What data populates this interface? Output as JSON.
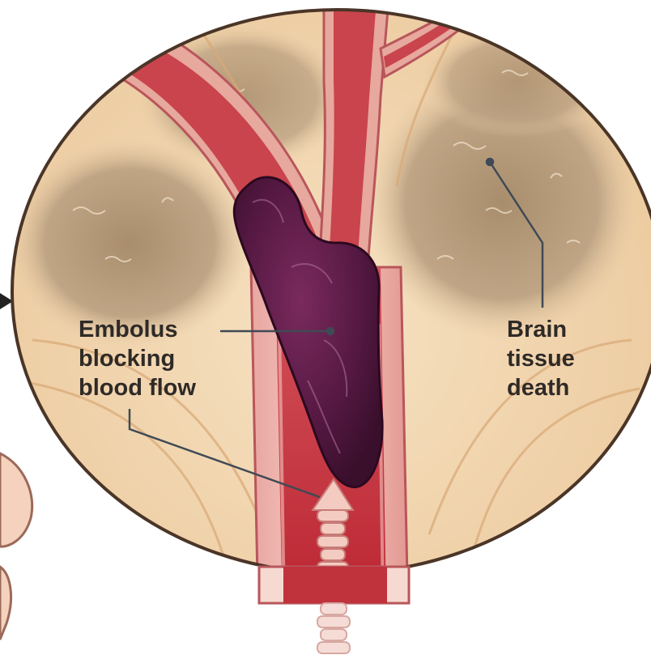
{
  "labels": {
    "embolus": [
      "Embolus",
      "blocking",
      "blood flow"
    ],
    "brain": [
      "Brain",
      "tissue",
      "death"
    ]
  },
  "colors": {
    "background": "#ffffff",
    "tissue": "#f3dcb8",
    "tissue_damaged": "#b49a78",
    "vessel_wall": "#c24a52",
    "vessel_lumen": "#c0323c",
    "embolus": "#4a1438",
    "text": "#2f2a27"
  }
}
